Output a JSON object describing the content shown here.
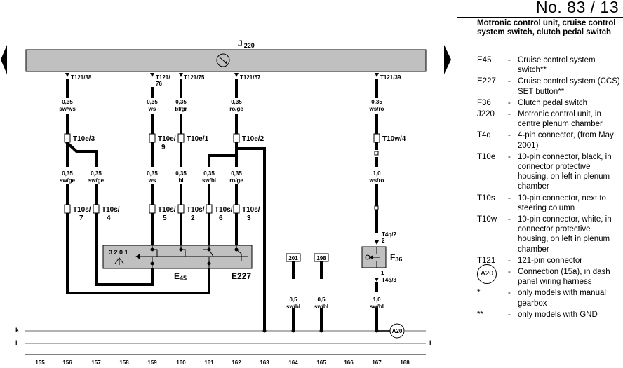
{
  "page_number": "No.  83 / 13",
  "legend_title": "Motronic control unit, cruise control system switch, clutch pedal switch",
  "legend": [
    {
      "code": "E45",
      "desc": "Cruise control system switch**"
    },
    {
      "code": "E227",
      "desc": "Cruise control system (CCS) SET button**"
    },
    {
      "code": "F36",
      "desc": "Clutch pedal switch"
    },
    {
      "code": "J220",
      "desc": "Motronic control unit, in centre plenum chamber"
    },
    {
      "code": "T4q",
      "desc": "4-pin connector, (from May 2001)"
    },
    {
      "code": "T10e",
      "desc": "10-pin connector, black, in connector protective housing, on left in plenum chamber"
    },
    {
      "code": "T10s",
      "desc": "10-pin connector, next to steering column"
    },
    {
      "code": "T10w",
      "desc": "10-pin connector, white, in connector protective housing, on left in plenum chamber"
    },
    {
      "code": "T121",
      "desc": "121-pin connector"
    },
    {
      "code": "A20",
      "desc": "Connection (15a), in dash panel wiring harness"
    },
    {
      "code": "*",
      "desc": "only models with manual gearbox"
    },
    {
      "code": "**",
      "desc": "only models with GND"
    }
  ],
  "diagram": {
    "control_unit": "J",
    "control_unit_sub": "220",
    "pins_t121": [
      "T121/38",
      "T121/",
      "76",
      "T121/75",
      "T121/57",
      "T121/39"
    ],
    "wires_top": [
      {
        "size": "0,35",
        "color": "sw/ws"
      },
      {
        "size": "0,35",
        "color": "ws"
      },
      {
        "size": "0,35",
        "color": "bl/gr"
      },
      {
        "size": "0,35",
        "color": "ro/ge"
      },
      {
        "size": "0,35",
        "color": "ws/ro"
      }
    ],
    "t10e_labels": [
      "T10e/3",
      "T10e/",
      "9",
      "T10e/1",
      "T10e/2"
    ],
    "t10w_label": "T10w/4",
    "wires_mid": [
      {
        "size": "0,35",
        "color": "sw/ge"
      },
      {
        "size": "0,35",
        "color": "sw/ge"
      },
      {
        "size": "0,35",
        "color": "ws"
      },
      {
        "size": "0,35",
        "color": "bl"
      },
      {
        "size": "0,35",
        "color": "sw/bl"
      },
      {
        "size": "0,35",
        "color": "ro/ge"
      },
      {
        "size": "1,0",
        "color": "ws/ro"
      }
    ],
    "t10s_labels": [
      "T10s/",
      "7",
      "T10s/",
      "4",
      "T10s/",
      "5",
      "T10s/",
      "2",
      "T10s/",
      "6",
      "T10s/",
      "3"
    ],
    "switch_numbers": "3 2 0 1",
    "e45": "E",
    "e45_sub": "45",
    "e227": "E227",
    "f36": "F",
    "f36_sub": "36",
    "t4q_top": "T4q/2",
    "t4q_top_pin": "2",
    "t4q_bot": "T4q/3",
    "t4q_bot_pin": "1",
    "ref_boxes": [
      "201",
      "198"
    ],
    "wires_bottom": [
      {
        "size": "0,5",
        "color": "sw/bl"
      },
      {
        "size": "0,5",
        "color": "sw/bl"
      },
      {
        "size": "1,0",
        "color": "sw/bl"
      }
    ],
    "bus_k": "k",
    "bus_i": "i",
    "a20": "A20",
    "track_numbers": [
      "155",
      "156",
      "157",
      "158",
      "159",
      "160",
      "161",
      "162",
      "163",
      "164",
      "165",
      "166",
      "167",
      "168"
    ]
  }
}
